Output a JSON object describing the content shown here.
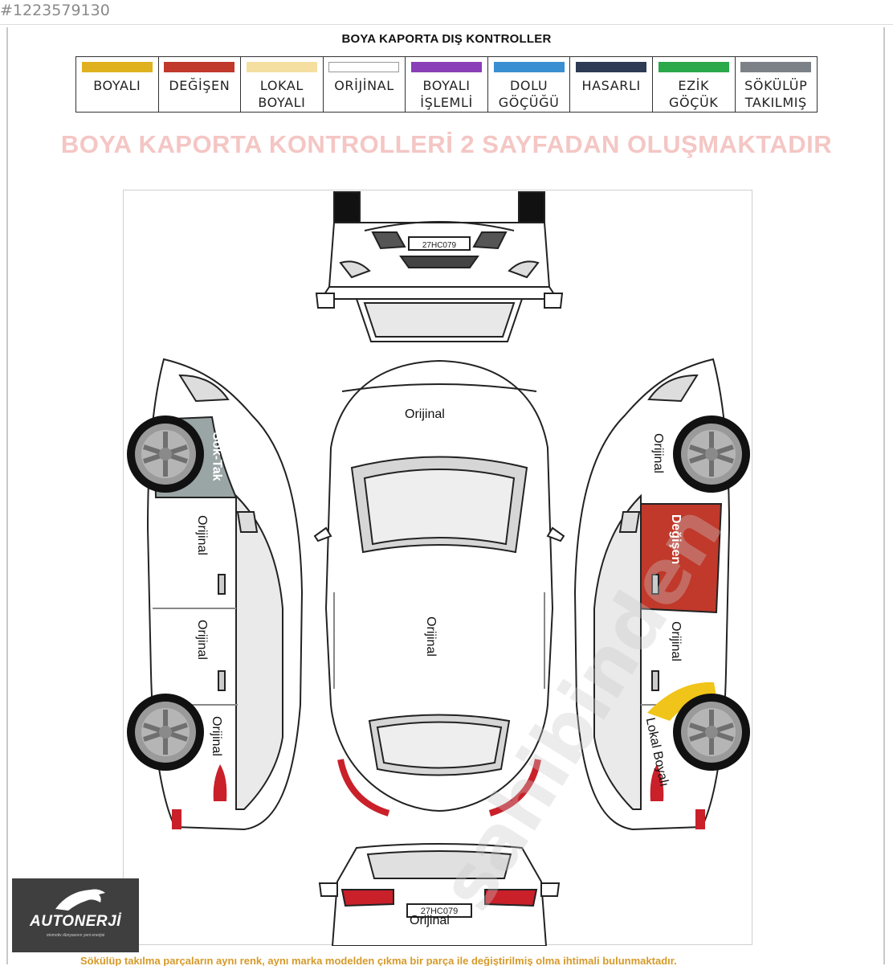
{
  "listing_id": "#1223579130",
  "sheet_title": "BOYA KAPORTA DIŞ KONTROLLER",
  "legend": [
    {
      "label": "BOYALI",
      "color": "#e0b11e"
    },
    {
      "label": "DEĞİŞEN",
      "color": "#c0392b"
    },
    {
      "label": "LOKAL\nBOYALI",
      "color": "#f5dfa0"
    },
    {
      "label": "ORİJİNAL",
      "color": "#ffffff"
    },
    {
      "label": "BOYALI\nİŞLEMLİ",
      "color": "#8a3fb8"
    },
    {
      "label": "DOLU\nGÖÇÜĞÜ",
      "color": "#3a8fd0"
    },
    {
      "label": "HASARLI",
      "color": "#2e3b55"
    },
    {
      "label": "EZİK\nGÖÇÜK",
      "color": "#2aa84a"
    },
    {
      "label": "SÖKÜLÜP\nTAKILMIŞ",
      "color": "#7b8187"
    }
  ],
  "notice": "BOYA KAPORTA KONTROLLERİ 2 SAYFADAN OLUŞMAKTADIR",
  "plate": "27HC079",
  "panels": {
    "hood": "Orijinal",
    "roof": "Orijinal",
    "rear": "Orijinal",
    "left_front_fender": "Sök-Tak",
    "left_front_door": "Orijinal",
    "left_rear_door": "Orijinal",
    "left_rear_fender": "Orijinal",
    "right_front_fender": "Orijinal",
    "right_front_door": "Değişen",
    "right_rear_door": "Orijinal",
    "right_rear_fender": "Lokal Boyalı"
  },
  "panel_colors": {
    "changed": "#c0392b",
    "local_paint": "#f0c419",
    "removed": "#9aa5a5"
  },
  "watermark": "sahibinden",
  "logo": {
    "name": "AUTONERJİ",
    "tagline": "otomotiv dünyasının yeni enerjisi"
  },
  "footer_note": "Sökülüp takılma parçaların aynı renk, aynı marka modelden çıkma bir parça ile değiştirilmiş olma ihtimali bulunmaktadır."
}
